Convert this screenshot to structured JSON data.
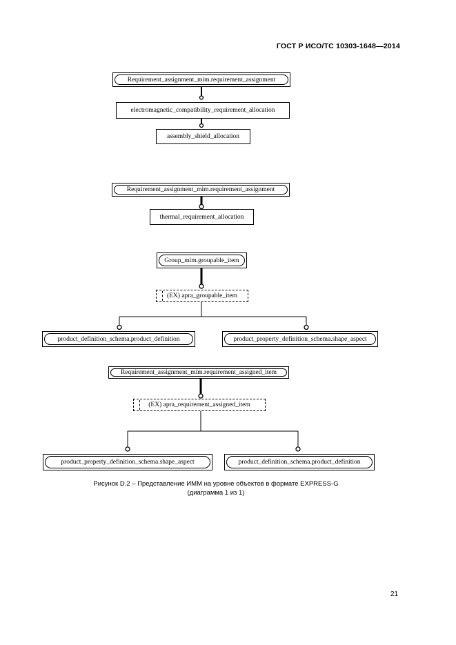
{
  "header": {
    "title": "ГОСТ Р ИСО/ТС 10303-1648—2014"
  },
  "diagram": {
    "notation": "EXPRESS-G",
    "boxes": {
      "b1": {
        "label": "Requirement_assignment_mim.requirement_assignment",
        "type": "page-reference"
      },
      "b2": {
        "label": "electromagnetic_compatibility_requirement_allocation",
        "type": "entity"
      },
      "b3": {
        "label": "assembly_shield_allocation",
        "type": "entity"
      },
      "b4": {
        "label": "Requirement_assignment_mim.requirement_assignment",
        "type": "page-reference"
      },
      "b5": {
        "label": "thermal_requirement_allocation",
        "type": "entity"
      },
      "b6": {
        "label": "Group_mim.groupable_item",
        "type": "page-reference"
      },
      "b7": {
        "label": "(EX) apra_groupable_item",
        "type": "select-type"
      },
      "b8": {
        "label": "product_definition_schema.product_definition",
        "type": "page-reference"
      },
      "b9": {
        "label": "product_property_definition_schema.shape_aspect",
        "type": "page-reference"
      },
      "b10": {
        "label": "Requirement_assignment_mim.requirement_assigned_item",
        "type": "page-reference"
      },
      "b11": {
        "label": "(EX) apra_requirement_assigned_item",
        "type": "select-type"
      },
      "b12": {
        "label": "product_property_definition_schema.shape_aspect",
        "type": "page-reference"
      },
      "b13": {
        "label": "product_definition_schema.product_definition",
        "type": "page-reference"
      }
    }
  },
  "caption": {
    "line1": "Рисунок  D.2 – Представление ИММ на уровне объектов в формате EXPRESS-G",
    "line2": "(диаграмма 1 из 1)"
  },
  "footer": {
    "page_number": "21"
  }
}
